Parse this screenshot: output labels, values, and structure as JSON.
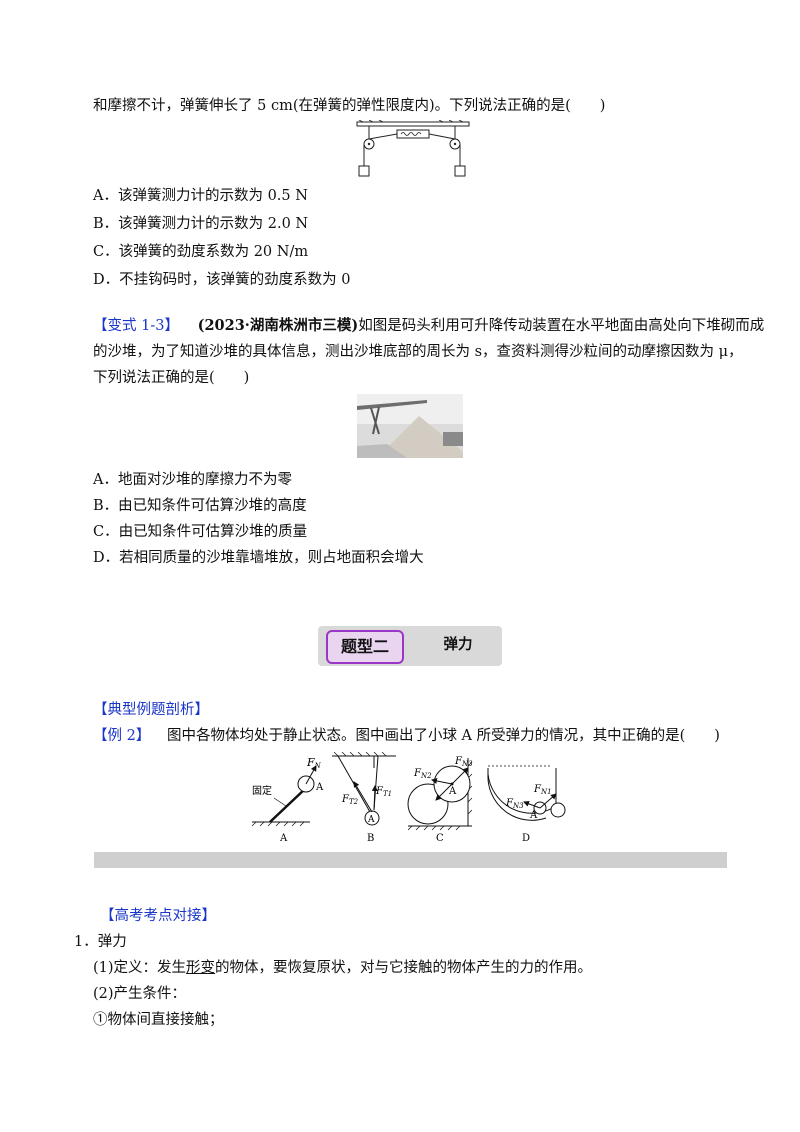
{
  "q1": {
    "stem_tail": "和摩擦不计，弹簧伸长了 5 cm(在弹簧的弹性限度内)。下列说法正确的是(　　)",
    "options": [
      "A．该弹簧测力计的示数为 0.5 N",
      "B．该弹簧测力计的示数为 2.0 N",
      "C．该弹簧的劲度系数为 20 N/m",
      "D．不挂钩码时，该弹簧的劲度系数为 0"
    ]
  },
  "variant": {
    "tag": "【变式 1-3】",
    "source": "(2023·湖南株洲市三模)",
    "text_1": "如图是码头利用可升降传动装置在水平地面由高处向下堆砌而成",
    "text_2": "的沙堆，为了知道沙堆的具体信息，测出沙堆底部的周长为 s，查资料测得沙粒间的动摩擦因数为 μ，",
    "text_3": "下列说法正确的是(　　)",
    "options": [
      "A．地面对沙堆的摩擦力不为零",
      "B．由已知条件可估算沙堆的高度",
      "C．由已知条件可估算沙堆的质量",
      "D．若相同质量的沙堆靠墙堆放，则占地面积会增大"
    ]
  },
  "section": {
    "tag": "题型二",
    "title": "弹力"
  },
  "example": {
    "heading": "【典型例题剖析】",
    "tag": "【例 2】",
    "text": "图中各物体均处于静止状态。图中画出了小球 A 所受弹力的情况，其中正确的是(　　)",
    "figure": {
      "labels": [
        "A",
        "B",
        "C",
        "D"
      ],
      "fixed_label": "固定",
      "ball": "A",
      "fn": "F",
      "fn_sub": "N",
      "ft1_sub": "T1",
      "ft2_sub": "T2",
      "fn1_sub": "N1",
      "fn2_sub": "N2",
      "fn3_sub": "N3"
    }
  },
  "gaokao": {
    "heading": "【高考考点对接】",
    "item1": "1．弹力",
    "def_prefix": "(1)定义：发生",
    "def_under": "形变",
    "def_suffix": "的物体，要恢复原状，对与它接触的物体产生的力的作用。",
    "cond": "(2)产生条件：",
    "cond1": "①物体间直接接触；"
  }
}
